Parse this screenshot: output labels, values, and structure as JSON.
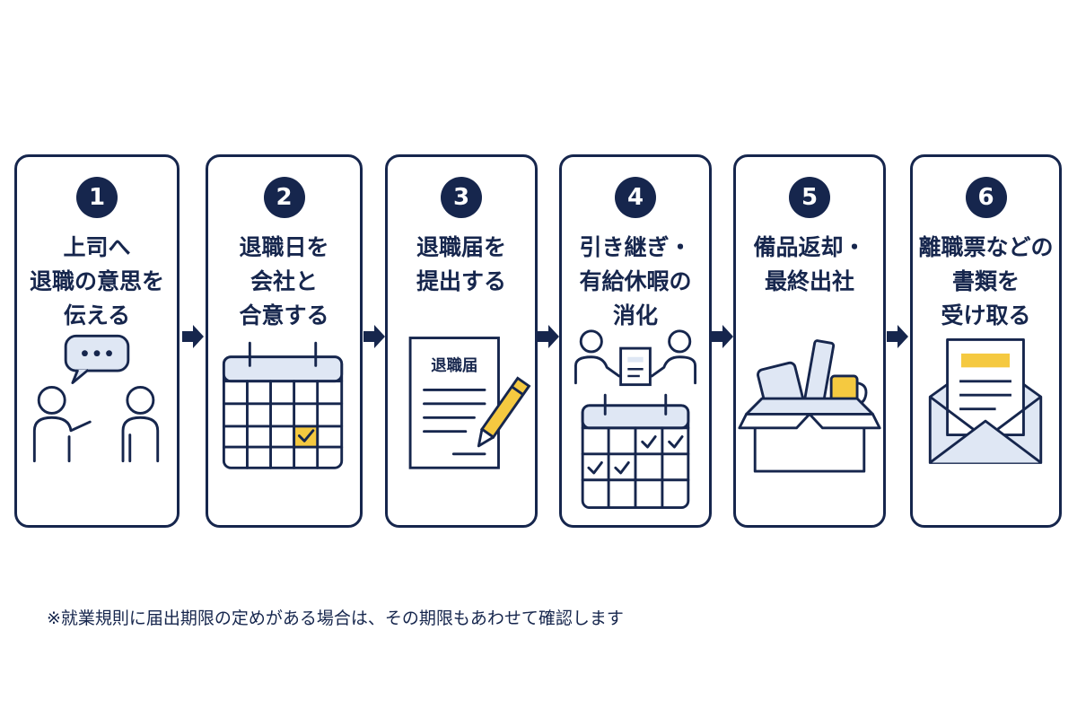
{
  "steps": [
    {
      "number": "1",
      "title": "上司へ\n退職の意思を\n伝える"
    },
    {
      "number": "2",
      "title": "退職日を\n会社と\n合意する"
    },
    {
      "number": "3",
      "title": "退職届を\n提出する",
      "doc_label": "退職届"
    },
    {
      "number": "4",
      "title": "引き継ぎ・\n有給休暇の\n消化"
    },
    {
      "number": "5",
      "title": "備品返却・\n最終出社"
    },
    {
      "number": "6",
      "title": "離職票などの\n書類を\n受け取る"
    }
  ],
  "note": "※就業規則に届出期限の定めがある場合は、その期限もあわせて確認します",
  "colors": {
    "navy": "#16264d",
    "accent": "#f5c940",
    "light": "#dfe7f4"
  },
  "icons": [
    "speech-bubble-icon",
    "calendar-check-icon",
    "resignation-letter-icon",
    "handover-icon",
    "box-icon",
    "envelope-icon"
  ]
}
